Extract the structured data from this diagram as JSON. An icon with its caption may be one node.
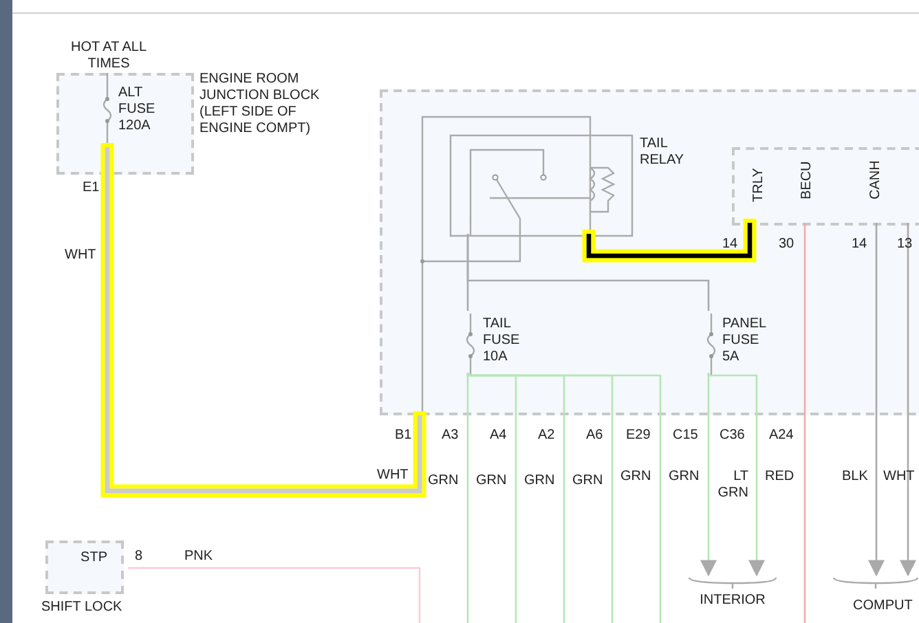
{
  "diagram": {
    "nodes": [
      {
        "text": [
          "ENGINE ROOM JUNCTION BLOCK (LEFT SIDE OF ENGINE COMPT)"
        ]
      },
      {
        "text": [
          "ALT FUSE 120A"
        ],
        "in": 0
      },
      {
        "text": [],
        "shape": "box"
      },
      {
        "text": [
          "TAIL RELAY"
        ],
        "in": 2
      },
      {
        "text": [
          "TAIL FUSE 10A"
        ],
        "in": 2
      },
      {
        "text": [
          "PANEL FUSE 5A"
        ],
        "in": 2
      },
      {
        "text": [],
        "shape": "box",
        "in": 2
      },
      {
        "text": [
          "STP",
          "SHIFT LOCK"
        ]
      },
      {
        "text": [
          "INTERIOR"
        ]
      },
      {
        "text": [
          "COMPUT"
        ]
      }
    ],
    "edges": [
      {
        "from": 1,
        "to": 2,
        "arrow": "none",
        "style": "thick",
        "color": "#cccccc"
      },
      {
        "from": 3,
        "to": 6,
        "arrow": "none",
        "style": "thick",
        "color": "#000000"
      },
      {
        "from": 3,
        "to": 4,
        "arrow": "none",
        "color": "#aaaaaa"
      },
      {
        "from": 3,
        "to": 5,
        "arrow": "none",
        "color": "#aaaaaa"
      },
      {
        "from": 4,
        "to": null,
        "arrow": "none"
      },
      {
        "from": 4,
        "to": null,
        "arrow": "none"
      },
      {
        "from": 4,
        "to": null,
        "arrow": "none"
      },
      {
        "from": 4,
        "to": null,
        "arrow": "none"
      },
      {
        "from": 4,
        "to": null,
        "arrow": "none"
      },
      {
        "from": 5,
        "to": 8,
        "arrow": "to"
      },
      {
        "from": 5,
        "to": 8,
        "arrow": "to"
      },
      {
        "from": 6,
        "to": null,
        "arrow": "none",
        "color": "#f4a9a9"
      },
      {
        "from": 6,
        "to": 9,
        "arrow": "to",
        "color": "#aaaaaa"
      },
      {
        "from": 6,
        "to": 9,
        "arrow": "to",
        "color": "#aaaaaa"
      },
      {
        "from": 7,
        "to": null,
        "arrow": "none",
        "color": "#f9cdd5"
      }
    ],
    "labels": [
      "HOT AT ALL TIMES",
      "E1",
      "WHT",
      "TRLY",
      "BECU",
      "CANH",
      "14",
      "30",
      "14",
      "13",
      "B1",
      "A3",
      "A4",
      "A2",
      "A6",
      "E29",
      "C15",
      "C36",
      "A24",
      "WHT",
      "GRN",
      "GRN",
      "GRN",
      "GRN",
      "GRN",
      "GRN",
      "LT GRN",
      "RED",
      "BLK",
      "WHT",
      "8",
      "PNK"
    ]
  }
}
